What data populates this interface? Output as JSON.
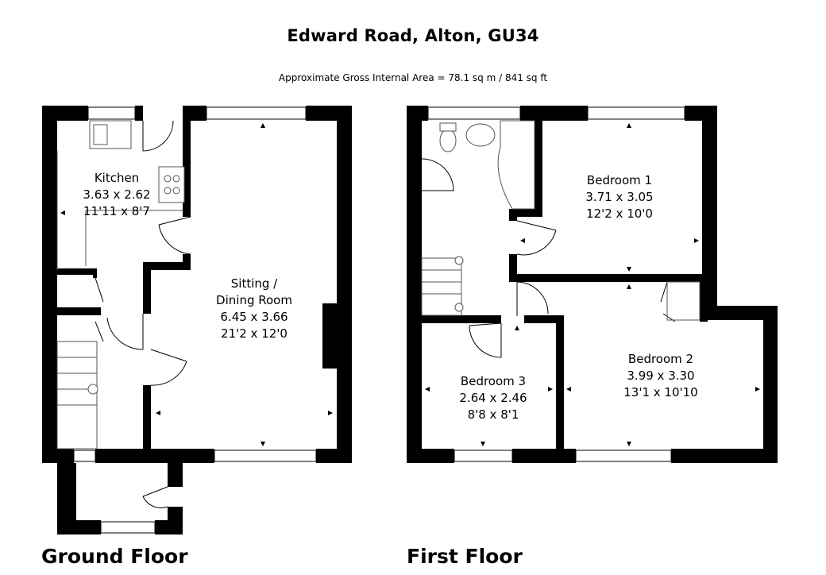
{
  "title": "Edward Road, Alton, GU34",
  "subtitle": "Approximate Gross Internal Area = 78.1 sq m / 841 sq ft",
  "floors": [
    {
      "label": "Ground Floor",
      "rooms": [
        {
          "name": "Kitchen",
          "metric": "3.63 x 2.62",
          "imperial": "11'11 x 8'7"
        },
        {
          "name": "Sitting /",
          "name2": "Dining Room",
          "metric": "6.45 x 3.66",
          "imperial": "21'2 x 12'0"
        }
      ]
    },
    {
      "label": "First Floor",
      "rooms": [
        {
          "name": "Bedroom 1",
          "metric": "3.71 x 3.05",
          "imperial": "12'2 x 10'0"
        },
        {
          "name": "Bedroom 2",
          "metric": "3.99 x 3.30",
          "imperial": "13'1 x 10'10"
        },
        {
          "name": "Bedroom 3",
          "metric": "2.64 x 2.46",
          "imperial": "8'8 x 8'1"
        }
      ]
    }
  ],
  "colors": {
    "wall": "#000000",
    "background": "#ffffff",
    "fixture": "#666666"
  }
}
